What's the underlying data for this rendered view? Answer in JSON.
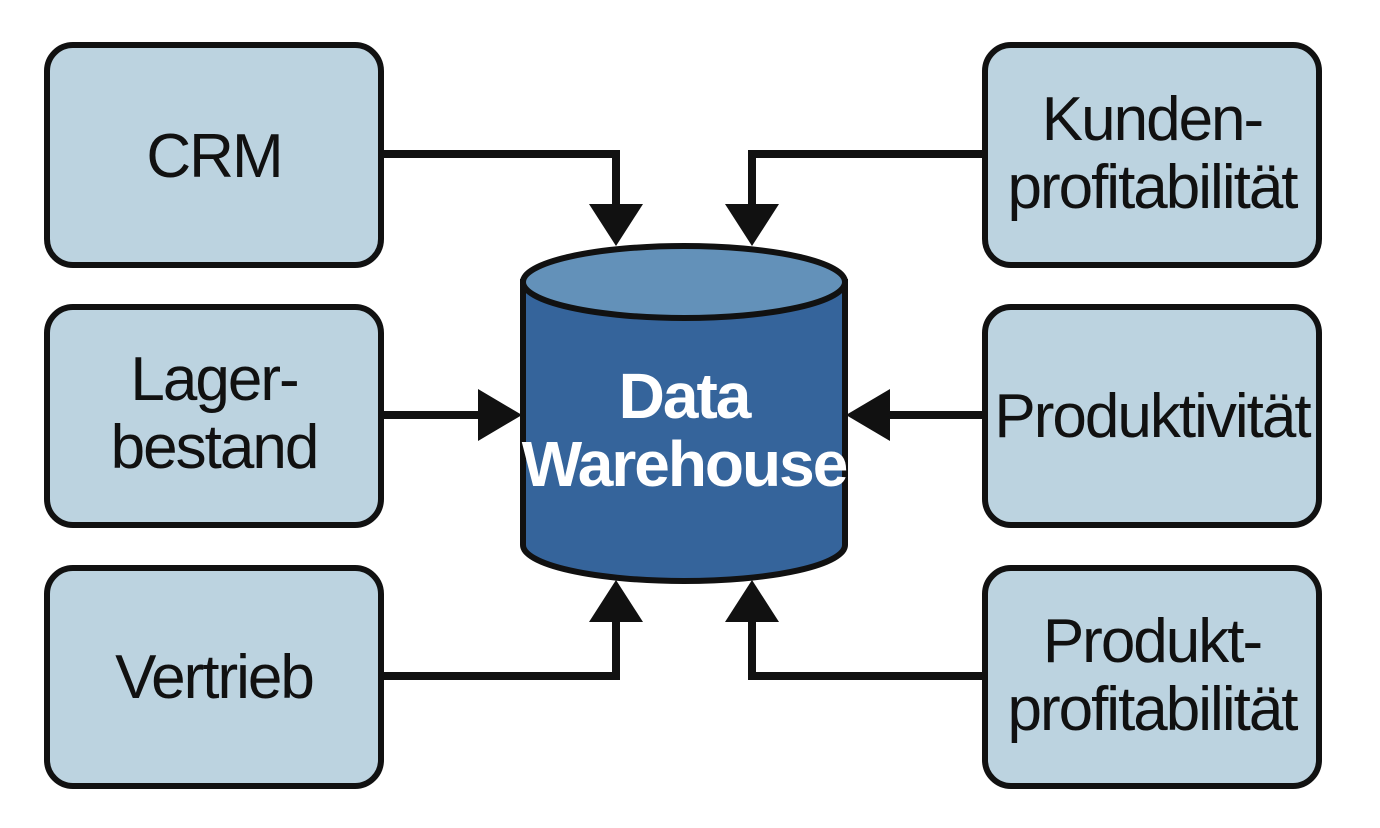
{
  "colors": {
    "box_fill": "#bcd3e0",
    "outline": "#111111",
    "cylinder_body": "#35649b",
    "cylinder_top": "#6391b9",
    "cylinder_text": "#ffffff",
    "background": "#ffffff"
  },
  "warehouse": {
    "line1": "Data",
    "line2": "Warehouse"
  },
  "sources": {
    "crm": {
      "line1": "CRM"
    },
    "lagerbestand": {
      "line1": "Lager-",
      "line2": "bestand"
    },
    "vertrieb": {
      "line1": "Vertrieb"
    }
  },
  "analyses": {
    "kundenprofitabilitaet": {
      "line1": "Kunden-",
      "line2": "profitabilität"
    },
    "produktivitaet": {
      "line1": "Produktivität"
    },
    "produktprofitabilitaet": {
      "line1": "Produkt-",
      "line2": "profitabilität"
    }
  }
}
